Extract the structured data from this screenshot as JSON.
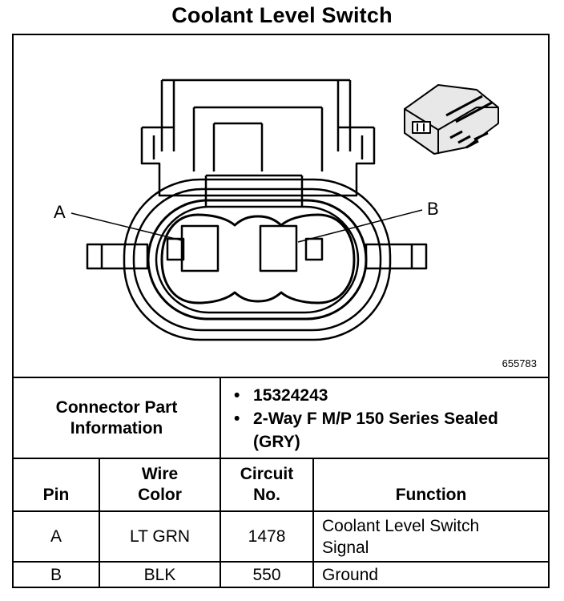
{
  "title": "Coolant Level Switch",
  "figure": {
    "label_a": "A",
    "label_b": "B",
    "figure_number": "655783"
  },
  "connector": {
    "header": "Connector Part Information",
    "bullets": [
      "15324243",
      "2-Way F M/P 150 Series Sealed (GRY)"
    ]
  },
  "table": {
    "headers": {
      "pin": "Pin",
      "wire_color": "Wire Color",
      "circuit_no": "Circuit No.",
      "function": "Function"
    },
    "rows": [
      {
        "pin": "A",
        "wire_color": "LT GRN",
        "circuit": "1478",
        "function": "Coolant Level Switch Signal"
      },
      {
        "pin": "B",
        "wire_color": "BLK",
        "circuit": "550",
        "function": "Ground"
      }
    ]
  }
}
